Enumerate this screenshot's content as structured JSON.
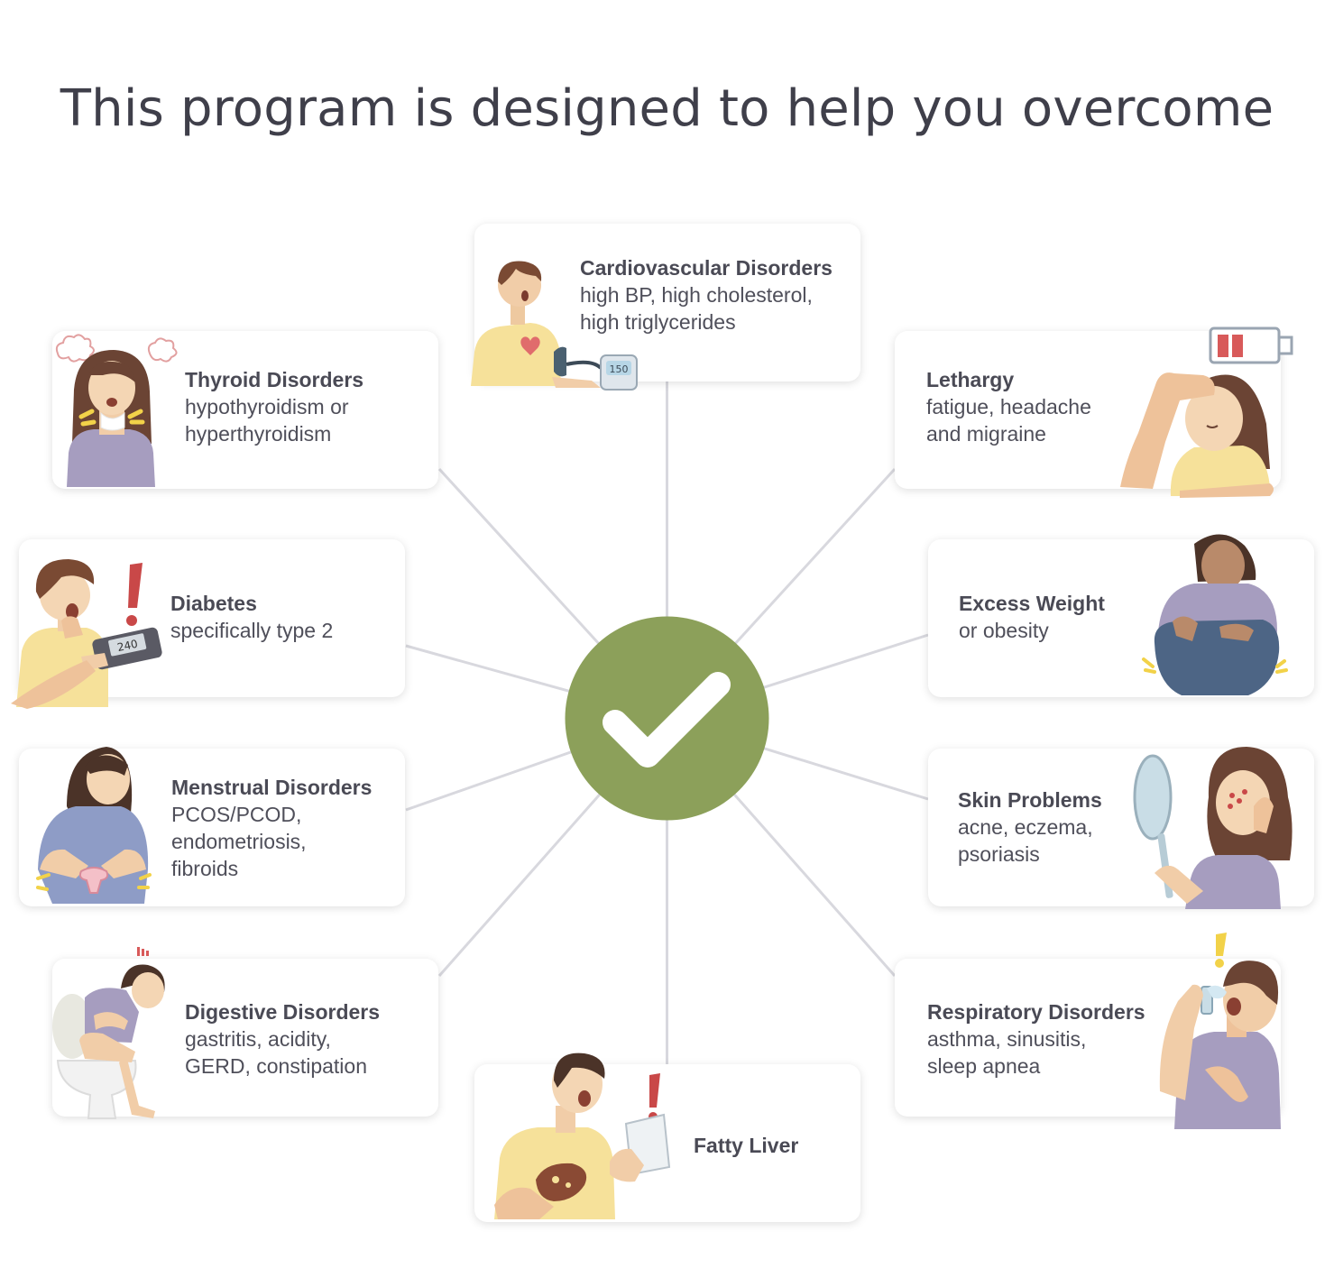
{
  "title": "This program is designed to help you overcome",
  "colors": {
    "hub": "#8ca05a",
    "connector": "#d8d8de",
    "card_bg": "#ffffff",
    "heading_text": "#4a4a55"
  },
  "hub": {
    "icon": "check-icon"
  },
  "cards": {
    "cardiovascular": {
      "heading": "Cardiovascular Disorders",
      "desc": "high BP, high cholesterol,\nhigh triglycerides",
      "illustration": "blood-pressure-monitor-icon",
      "meter_reading": "150"
    },
    "thyroid": {
      "heading": "Thyroid Disorders",
      "desc": "hypothyroidism or\nhyperthyroidism",
      "illustration": "thyroid-pain-icon"
    },
    "lethargy": {
      "heading": "Lethargy",
      "desc": "fatigue, headache\nand migraine",
      "illustration": "low-battery-icon"
    },
    "diabetes": {
      "heading": "Diabetes",
      "desc": "specifically type 2",
      "illustration": "glucose-meter-icon",
      "meter_reading": "240"
    },
    "weight": {
      "heading": "Excess Weight",
      "desc": "or obesity",
      "illustration": "belly-fat-icon"
    },
    "menstrual": {
      "heading": "Menstrual Disorders",
      "desc": "PCOS/PCOD,\nendometriosis,\nfibroids",
      "illustration": "uterus-icon"
    },
    "skin": {
      "heading": "Skin Problems",
      "desc": "acne, eczema,\npsoriasis",
      "illustration": "hand-mirror-icon"
    },
    "digestive": {
      "heading": "Digestive Disorders",
      "desc": "gastritis, acidity,\nGERD, constipation",
      "illustration": "toilet-icon"
    },
    "respiratory": {
      "heading": "Respiratory Disorders",
      "desc": "asthma, sinusitis,\nsleep apnea",
      "illustration": "inhaler-icon"
    },
    "fatty_liver": {
      "heading": "Fatty Liver",
      "desc": "",
      "illustration": "liver-icon"
    }
  }
}
